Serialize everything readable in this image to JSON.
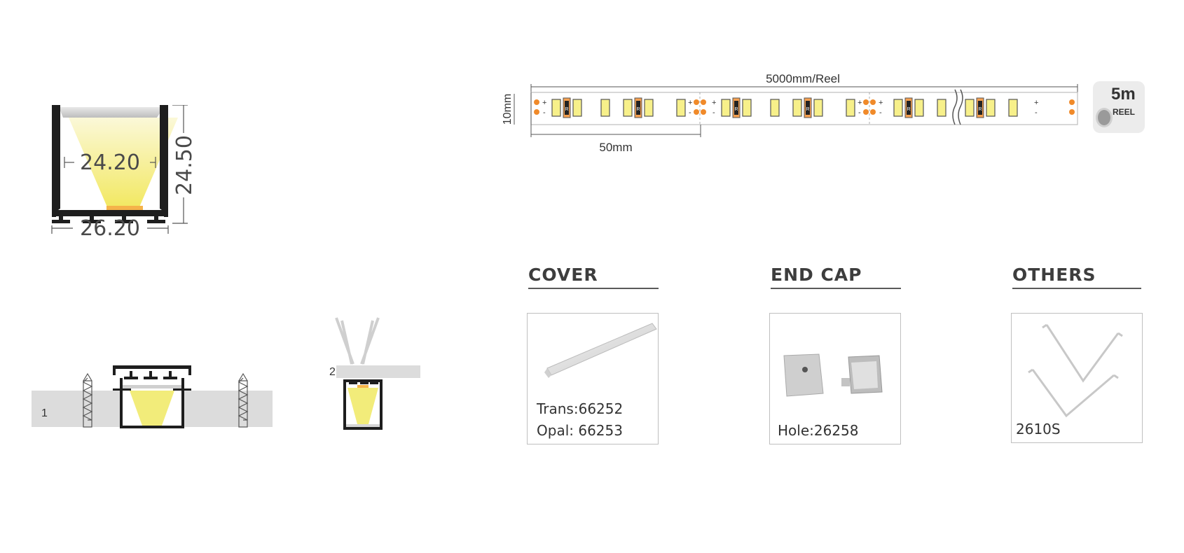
{
  "profile": {
    "inner_width": "24.20",
    "height": "24.50",
    "outer_width": "26.20"
  },
  "strip": {
    "length_label": "5000mm/Reel",
    "cut_label": "50mm",
    "width_label": "10mm",
    "resistor_mark": "R",
    "reel_length": "5m",
    "reel_label": "REEL",
    "plus": "+",
    "minus": "-"
  },
  "install": {
    "method_1": "1",
    "method_2": "2"
  },
  "sections": [
    {
      "title": "COVER",
      "lines": [
        "Trans:66252",
        "Opal: 66253"
      ]
    },
    {
      "title": "END CAP",
      "lines": [
        "Hole:26258"
      ]
    },
    {
      "title": "OTHERS",
      "lines": [
        "2610S"
      ]
    }
  ],
  "colors": {
    "led_yellow": "#f7f08a",
    "orange_pad": "#f08a2a",
    "profile_black": "#1e1e1e",
    "gray_panel": "#dcdcdc",
    "rule": "#5a5a5a"
  }
}
